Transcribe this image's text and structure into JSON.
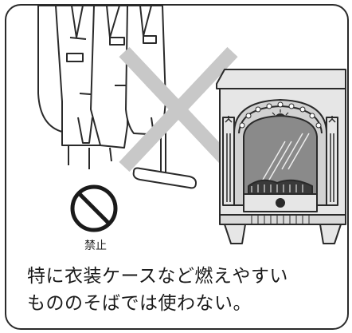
{
  "prohibition": {
    "label": "禁止",
    "icon": "prohibition-icon"
  },
  "caption": {
    "line1": "特に衣装ケースなど燃えやすい",
    "line2": "もののそばでは使わない。"
  },
  "colors": {
    "line": "#2a2a2a",
    "cross": "#c8c8c8",
    "heater": "#e6e6e6"
  },
  "illustration": {
    "items": [
      "clothes-rack-icon",
      "cross-mark-icon",
      "electric-heater-icon"
    ]
  }
}
